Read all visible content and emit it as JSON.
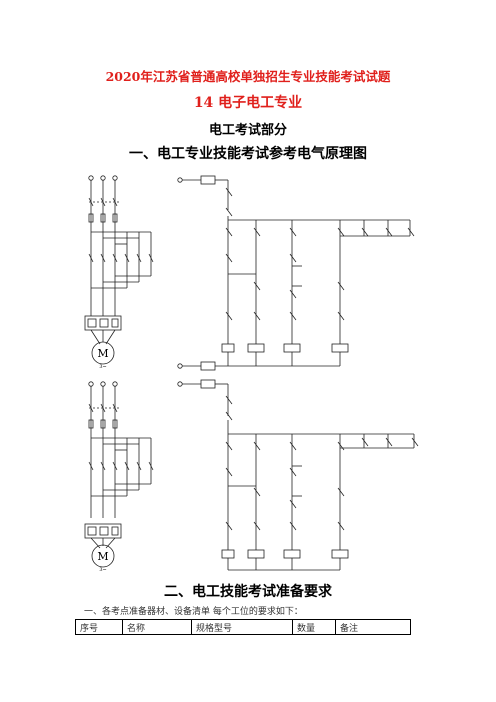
{
  "header": {
    "title": "2020年江苏省普通高校单独招生专业技能考试试题",
    "subtitle": "14 电子电工专业",
    "part": "电工考试部分"
  },
  "section1": {
    "heading": "一、电工专业技能考试参考电气原理图"
  },
  "diagram": {
    "motor_label": "M",
    "motor_sub": "3~"
  },
  "section2": {
    "heading": "二、电工技能考试准备要求",
    "intro": "一、各考点准备器材、设备清单  每个工位的要求如下：",
    "columns": [
      "序号",
      "名称",
      "规格型号",
      "数量",
      "备注"
    ]
  }
}
